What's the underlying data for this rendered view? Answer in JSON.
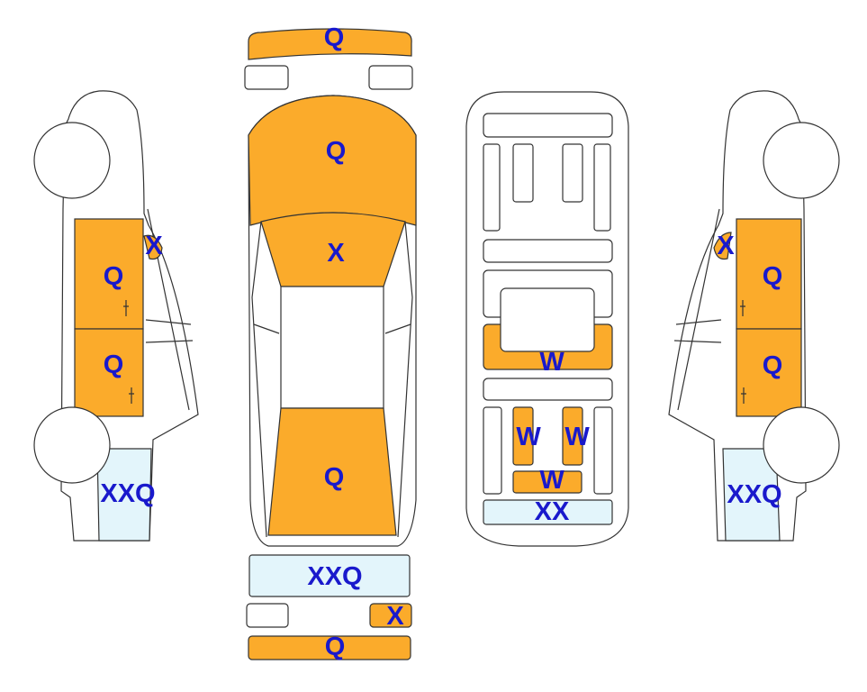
{
  "colors": {
    "orange": "#fbab2b",
    "light_blue": "#e3f5fb",
    "white": "#ffffff",
    "outline": "#333333",
    "label": "#1919cc"
  },
  "labels": {
    "front_bumper": "Q",
    "hood": "Q",
    "windshield": "X",
    "roof_rear": "Q",
    "rear_glass_panel": "XXQ",
    "rear_small_right": "X",
    "rear_bumper": "Q",
    "left_mirror": "X",
    "left_front_door": "Q",
    "left_rear_door": "Q",
    "left_rear_quarter": "XXQ",
    "right_mirror": "X",
    "right_front_door": "Q",
    "right_rear_door": "Q",
    "right_rear_quarter": "XXQ",
    "under_mid": "W",
    "under_left": "W",
    "under_right": "W",
    "under_bottom": "W",
    "under_rear": "XX"
  }
}
